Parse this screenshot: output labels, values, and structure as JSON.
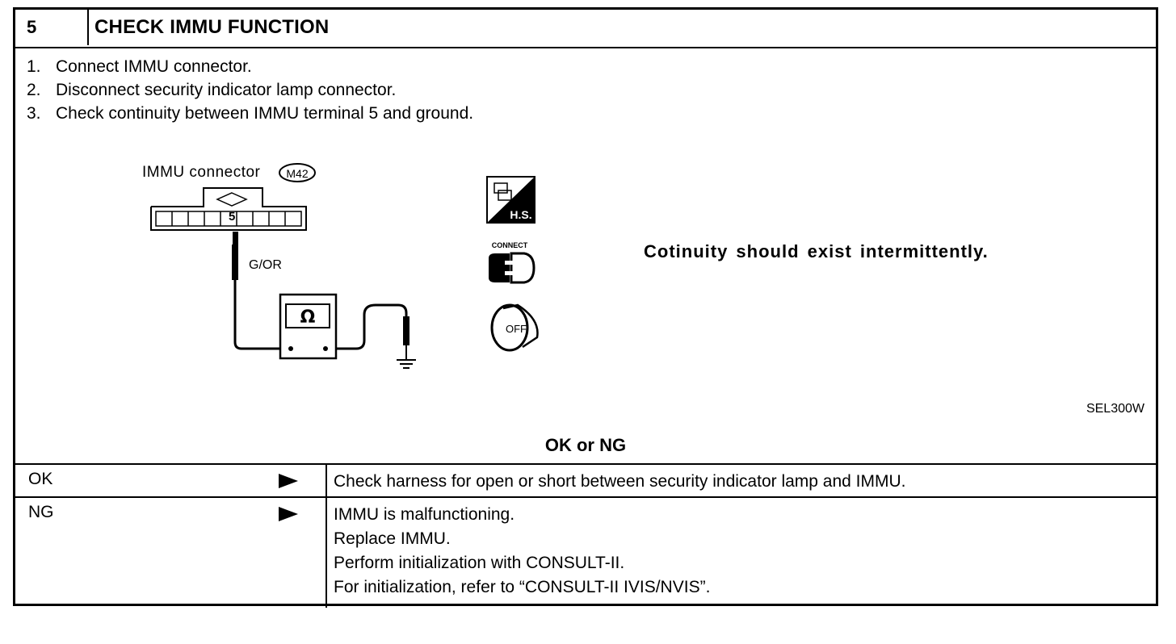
{
  "header": {
    "step_number": "5",
    "title": "CHECK IMMU FUNCTION"
  },
  "steps": [
    {
      "num": "1.",
      "text": "Connect IMMU connector."
    },
    {
      "num": "2.",
      "text": "Disconnect security indicator lamp connector."
    },
    {
      "num": "3.",
      "text": "Check continuity between IMMU terminal 5 and ground."
    }
  ],
  "figure": {
    "connector_label": "IMMU connector",
    "connector_code": "M42",
    "terminal": "5",
    "wire_color": "G/OR",
    "ohm_symbol": "Ω",
    "hs_label": "H.S.",
    "connect_label": "CONNECT",
    "off_label": "OFF",
    "result": "Cotinuity should exist intermittently.",
    "figure_code": "SEL300W"
  },
  "okng": {
    "heading": "OK or NG",
    "ok": {
      "label": "OK",
      "lines": [
        "Check harness for open or short between security indicator lamp and IMMU."
      ]
    },
    "ng": {
      "label": "NG",
      "lines": [
        "IMMU is malfunctioning.",
        "Replace IMMU.",
        "Perform initialization with CONSULT-II.",
        "For initialization, refer to “CONSULT-II IVIS/NVIS”."
      ]
    }
  }
}
